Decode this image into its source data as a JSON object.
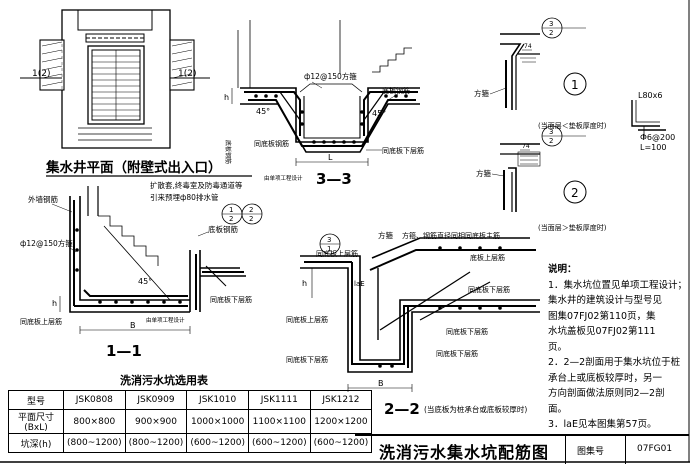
{
  "plan": {
    "title": "集水井平面（附壁式出入口）",
    "section_mark": "1(2)"
  },
  "section_33": {
    "title": "3—3",
    "rebar_top": "ф12@150方箍",
    "lbl_base_rebar": "底板钢筋",
    "lbl_angle": "45°",
    "lbl_lower": "同底板下层筋",
    "lbl_beam_rebar": "同底板钢筋",
    "lbl_pile": "由单项工程设计",
    "lbl_dim": "L",
    "lbl_h": "h"
  },
  "section_11": {
    "title": "1—1",
    "lbl_outer": "外墙钢筋",
    "lbl_enlarge": "扩散套,终毒室及防毒通道等",
    "lbl_drain": "引来预埋ф80排水管",
    "lbl_base": "底板钢筋",
    "rebar": "ф12@150方箍",
    "lbl_angle": "45°",
    "lbl_upper": "同底板上层筋",
    "lbl_lower": "同底板下层筋",
    "lbl_pile": "由单项工程设计",
    "lbl_dim": "B",
    "lbl_h": "h",
    "circle_mark": "1",
    "circle_sub": "2"
  },
  "section_22": {
    "title": "2—2",
    "note": "(当底板为桩承台或底板较厚时)",
    "lbl_square": "方箍",
    "lbl_diam": "方箍、钢筋直径同相同底板主筋",
    "lbl_upper": "底板上层筋",
    "lbl_lower_a": "同底板下层筋",
    "lbl_lower_b": "同底板下层筋",
    "lbl_lower_c": "同底板下层筋",
    "lbl_upper_b": "同底板上层筋",
    "lbl_lae": "laE",
    "lbl_dim": "B",
    "lbl_h": "h",
    "circle_mark": "3",
    "circle_sub": "1"
  },
  "details": {
    "d1": {
      "mark": "1",
      "note": "(当面层＜垫板厚度时)",
      "lbl_square": "方箍",
      "lbl_ref_num": "3",
      "lbl_ref_sub": "2",
      "lbl_dim": "74"
    },
    "d2": {
      "mark": "2",
      "note": "(当面层＞垫板厚度时)",
      "lbl_square": "方箍",
      "lbl_ref_num": "3",
      "lbl_ref_sub": "2",
      "lbl_dim": "74"
    },
    "angle": {
      "size": "L80x6",
      "bar": "Ф6@200",
      "len": "L=100"
    }
  },
  "selection_table": {
    "title": "洗消污水坑选用表",
    "row_labels": [
      "型号",
      "平面尺寸(BxL)",
      "坑深(h)"
    ],
    "models": [
      "JSK0808",
      "JSK0909",
      "JSK1010",
      "JSK1111",
      "JSK1212"
    ],
    "sizes": [
      "800×800",
      "900×900",
      "1000×1000",
      "1100×1100",
      "1200×1200"
    ],
    "depths": [
      "(800~1200)",
      "(800~1200)",
      "(600~1200)",
      "(600~1200)",
      "(600~1200)"
    ]
  },
  "notes": {
    "title": "说明：",
    "items": [
      "1．集水坑位置见单项工程设计；",
      "  集水井的建筑设计与型号见",
      "  图集07FJ02第110页，集",
      "  水坑盖板见07FJ02第111",
      "  页。",
      "2．2—2剖面用于集水坑位于桩",
      "  承台上或底板较厚时，另一",
      "  方向剖面做法原则同2—2剖",
      "  面。",
      "3．laE见本图集第57页。"
    ]
  },
  "title_block": {
    "title": "洗消污水集水坑配筋图",
    "atlas_label": "图集号",
    "atlas_no": "07FG01"
  }
}
